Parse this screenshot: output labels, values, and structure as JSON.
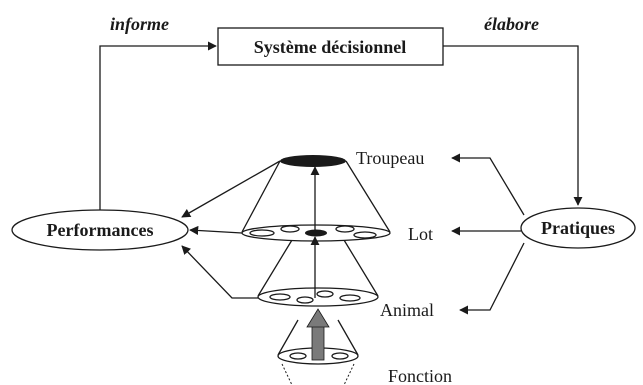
{
  "diagram": {
    "top_box": "Système décisionnel",
    "left_edge_label": "informe",
    "right_edge_label": "élabore",
    "left_node": "Performances",
    "right_node": "Pratiques",
    "levels": [
      "Troupeau",
      "Lot",
      "Animal",
      "Fonction"
    ],
    "colors": {
      "stroke": "#1a1a1a",
      "central_arrow": "#7a7a7a",
      "top_disk": "#1a1a1a"
    }
  }
}
